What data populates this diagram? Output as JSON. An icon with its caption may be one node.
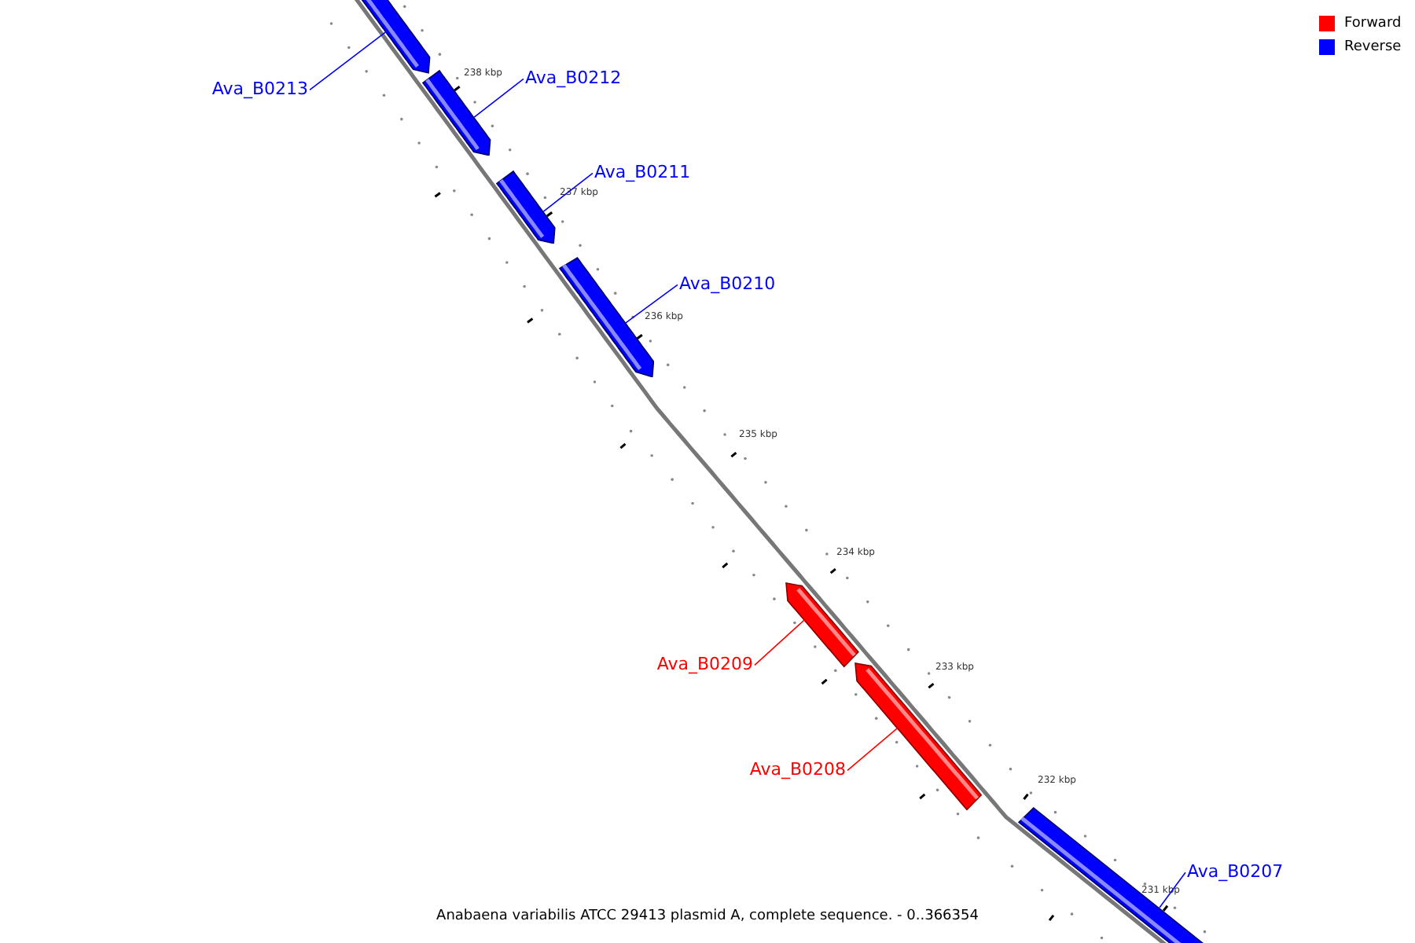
{
  "diagram": {
    "caption": "Anabaena variabilis ATCC 29413 plasmid A, complete sequence. - 0..366354",
    "nodes": [
      {
        "text": [
          "Ava_B0213"
        ]
      },
      {
        "text": [],
        "shape": "bar"
      },
      {
        "text": [
          "Ava_B0212"
        ]
      },
      {
        "text": [],
        "shape": "bar"
      },
      {
        "text": [
          "Ava_B0211"
        ]
      },
      {
        "text": [],
        "shape": "bar"
      },
      {
        "text": [
          "Ava_B0210"
        ]
      },
      {
        "text": [],
        "shape": "bar"
      },
      {
        "text": [
          "Ava_B0209"
        ]
      },
      {
        "text": [],
        "shape": "bar"
      },
      {
        "text": [
          "Ava_B0208"
        ]
      },
      {
        "text": [],
        "shape": "bar"
      },
      {
        "text": [
          "Ava_B0207"
        ]
      },
      {
        "text": [],
        "shape": "bar"
      }
    ],
    "edges": [
      {
        "from": 0,
        "to": 1,
        "arrow": "none"
      },
      {
        "from": 2,
        "to": 3,
        "arrow": "none"
      },
      {
        "from": 4,
        "to": 5,
        "arrow": "none"
      },
      {
        "from": 6,
        "to": 7,
        "arrow": "none"
      },
      {
        "from": 8,
        "to": 9,
        "arrow": "none",
        "color": "#ff0000"
      },
      {
        "from": 10,
        "to": 11,
        "arrow": "none",
        "color": "#ff0000"
      },
      {
        "from": 12,
        "to": 13,
        "arrow": "none"
      }
    ],
    "labels": [
      "238 kbp",
      "237 kbp",
      "236 kbp",
      "235 kbp",
      "234 kbp",
      "233 kbp",
      "232 kbp",
      "231 kbp"
    ],
    "legend": [
      {
        "text": "Forward",
        "color": "#ff0000"
      },
      {
        "text": "Reverse",
        "color": "#0000ff"
      }
    ]
  }
}
